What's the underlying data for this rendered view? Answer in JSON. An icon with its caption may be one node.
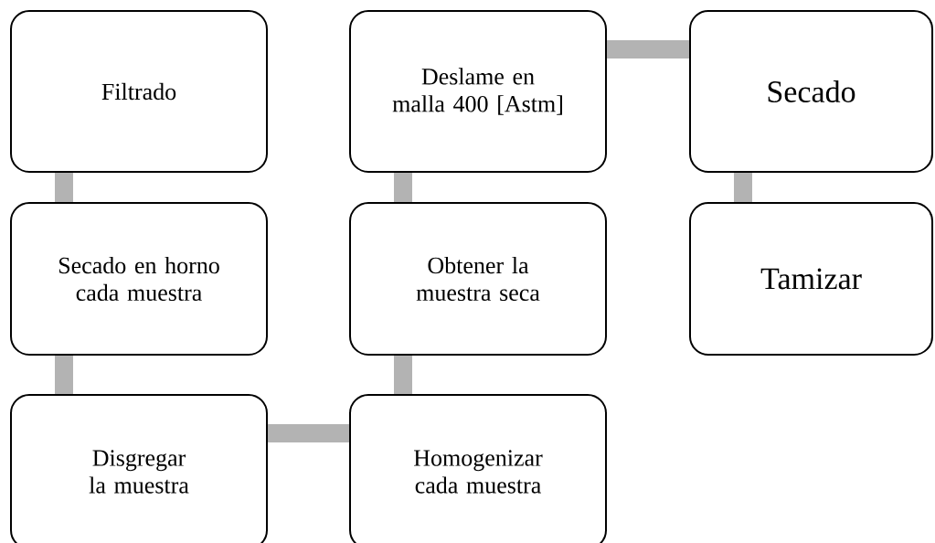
{
  "diagram": {
    "nodes": [
      {
        "text": [
          "Filtrado"
        ]
      },
      {
        "text": [
          "Deslame en malla 400 [Astm]"
        ]
      },
      {
        "text": [
          "Secado"
        ]
      },
      {
        "text": [
          "Secado en horno cada muestra"
        ]
      },
      {
        "text": [
          "Obtener la muestra seca"
        ]
      },
      {
        "text": [
          "Tamizar"
        ]
      },
      {
        "text": [
          "Disgregar la muestra"
        ]
      },
      {
        "text": [
          "Homogenizar cada muestra"
        ]
      }
    ],
    "edges": [
      {
        "from": 0,
        "to": 3,
        "arrow": "none"
      },
      {
        "from": 3,
        "to": 6,
        "arrow": "none"
      },
      {
        "from": 6,
        "to": 7,
        "arrow": "none"
      },
      {
        "from": 7,
        "to": 4,
        "arrow": "none"
      },
      {
        "from": 4,
        "to": 1,
        "arrow": "none"
      },
      {
        "from": 1,
        "to": 2,
        "arrow": "none"
      },
      {
        "from": 2,
        "to": 5,
        "arrow": "none"
      }
    ]
  }
}
